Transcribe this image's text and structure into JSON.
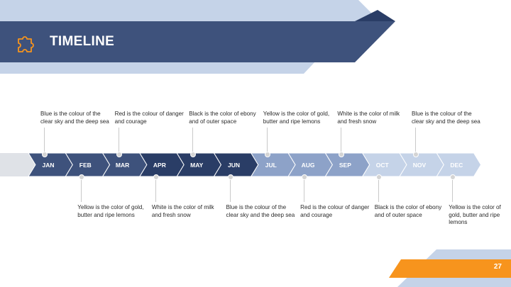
{
  "header": {
    "title": "TIMELINE",
    "icon": "puzzle-icon"
  },
  "colors": {
    "navy": "#3e527c",
    "dark_navy": "#2a3d66",
    "light_blue": "#c5d3e8",
    "orange": "#f7941d"
  },
  "months": [
    {
      "label": "JAN",
      "note": [
        "Blue is the colour of the",
        "clear sky and the deep sea"
      ],
      "side": "top",
      "color": "#3e527c"
    },
    {
      "label": "FEB",
      "note": [
        "Yellow is the color of gold,",
        "butter and ripe lemons"
      ],
      "side": "bottom",
      "color": "#3e527c"
    },
    {
      "label": "MAR",
      "note": [
        "Red is the colour of danger",
        "and courage"
      ],
      "side": "top",
      "color": "#3e527c"
    },
    {
      "label": "APR",
      "note": [
        "White is the color of milk",
        "and fresh snow"
      ],
      "side": "bottom",
      "color": "#2a3d66"
    },
    {
      "label": "MAY",
      "note": [
        "Black is the color of ebony",
        "and of outer space"
      ],
      "side": "top",
      "color": "#2a3d66"
    },
    {
      "label": "JUN",
      "note": [
        "Blue is the colour of the",
        "clear sky and the deep sea"
      ],
      "side": "bottom",
      "color": "#2a3d66"
    },
    {
      "label": "JUL",
      "note": [
        "Yellow is the color of gold,",
        "butter and ripe lemons"
      ],
      "side": "top",
      "color": "#8da2c8"
    },
    {
      "label": "AUG",
      "note": [
        "Red is the colour of danger",
        "and courage"
      ],
      "side": "bottom",
      "color": "#8da2c8"
    },
    {
      "label": "SEP",
      "note": [
        "White is the color of milk",
        "and fresh snow"
      ],
      "side": "top",
      "color": "#8da2c8"
    },
    {
      "label": "OCT",
      "note": [
        "Black is the color of ebony",
        "and of outer space"
      ],
      "side": "bottom",
      "color": "#c5d3e8"
    },
    {
      "label": "NOV",
      "note": [
        "Blue is the colour of the",
        "clear sky and the deep sea"
      ],
      "side": "top",
      "color": "#c5d3e8"
    },
    {
      "label": "DEC",
      "note": [
        "Yellow is the color of",
        "gold, butter and ripe",
        "lemons"
      ],
      "side": "bottom",
      "color": "#c5d3e8"
    }
  ],
  "footer": {
    "page_number": "27"
  }
}
